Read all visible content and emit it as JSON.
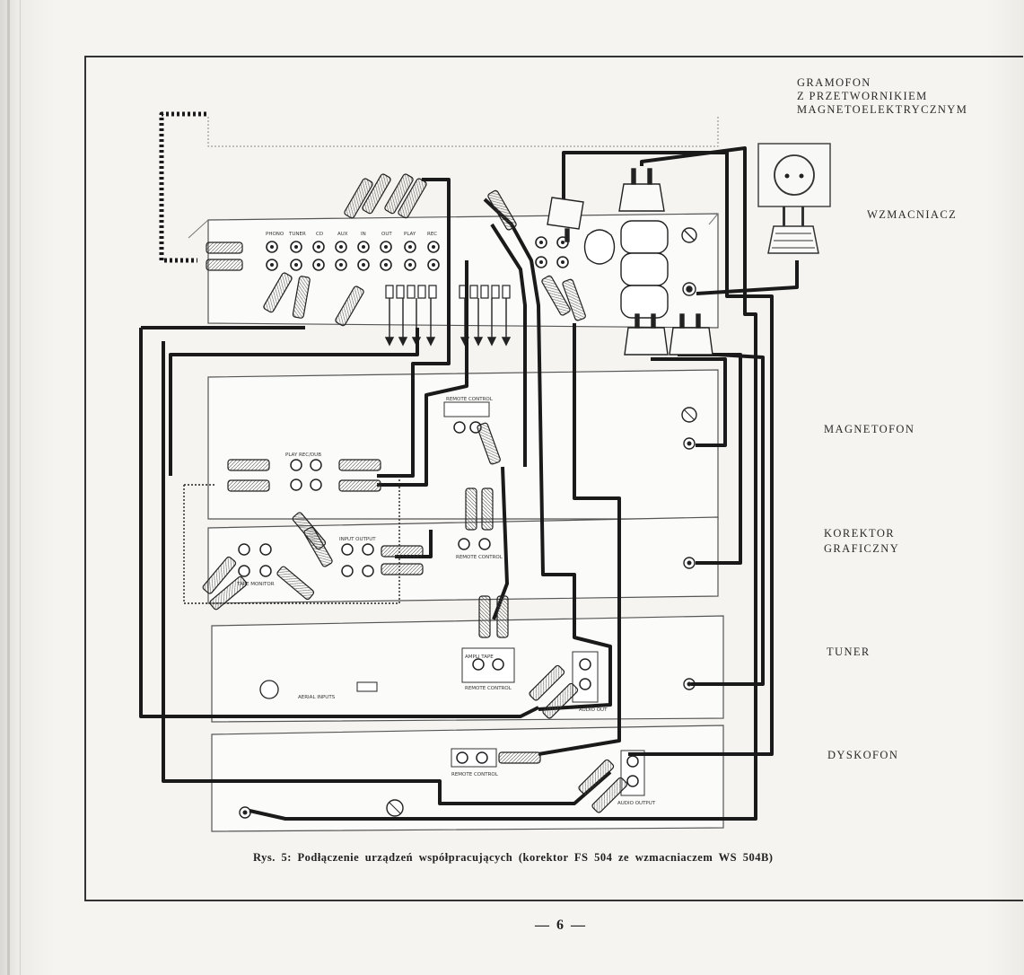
{
  "labels": {
    "gramofon": [
      "GRAMOFON",
      "Z PRZETWORNIKIEM",
      "MAGNETOELEKTRYCZNYM"
    ],
    "wzmacniacz": "WZMACNIACZ",
    "magnetofon": "MAGNETOFON",
    "korektor": [
      "KOREKTOR",
      "GRAFICZNY"
    ],
    "tuner": "TUNER",
    "dyskofon": "DYSKOFON"
  },
  "caption": "Rys. 5: Podłączenie urządzeń współpracujących (korektor FS 504 ze wzmacniaczem WS 504B)",
  "page_number": "— 6 —",
  "panel_labels": {
    "amp_inputs": [
      "PHONO",
      "TUNER",
      "CD",
      "AUX",
      "IN",
      "OUT",
      "PLAY",
      "REC"
    ],
    "remote_control": "REMOTE CONTROL",
    "play_rec": "PLAY  REC/DUB",
    "tape_monitor": "TAPE MONITOR",
    "input_output": "INPUT  OUTPUT",
    "aerial_inputs": "AERIAL INPUTS",
    "audio_out": "AUDIO OUT",
    "amp_tape": "AMPLI  TAPE",
    "audio_output": "AUDIO OUTPUT"
  }
}
